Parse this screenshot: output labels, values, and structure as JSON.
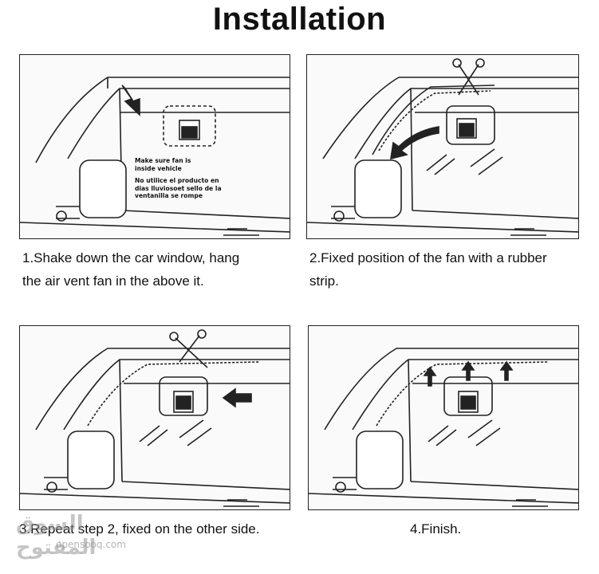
{
  "title": "Installation",
  "steps": [
    {
      "caption_line1": "1.Shake down the car window, hang",
      "caption_line2": "the air vent fan in the above it."
    },
    {
      "caption_line1": "2.Fixed position of the fan with a rubber",
      "caption_line2": "strip."
    },
    {
      "caption_line1": "3.Repeat step 2, fixed on the other side.",
      "caption_line2": ""
    },
    {
      "caption_line1": "4.Finish.",
      "caption_line2": ""
    }
  ],
  "notice": {
    "line1": "Make sure fan is",
    "line2": "inside vehicle",
    "line3": "No utilice el producto en",
    "line4": "dias lluviosoet sello de la",
    "line5": "ventanilla se rompe"
  },
  "watermark": {
    "arabic": "السوق المفتوح",
    "english": "opensooq.com"
  },
  "icons": [
    "car-door-illustration",
    "scissors-icon",
    "arrow-icon",
    "fan-icon"
  ]
}
